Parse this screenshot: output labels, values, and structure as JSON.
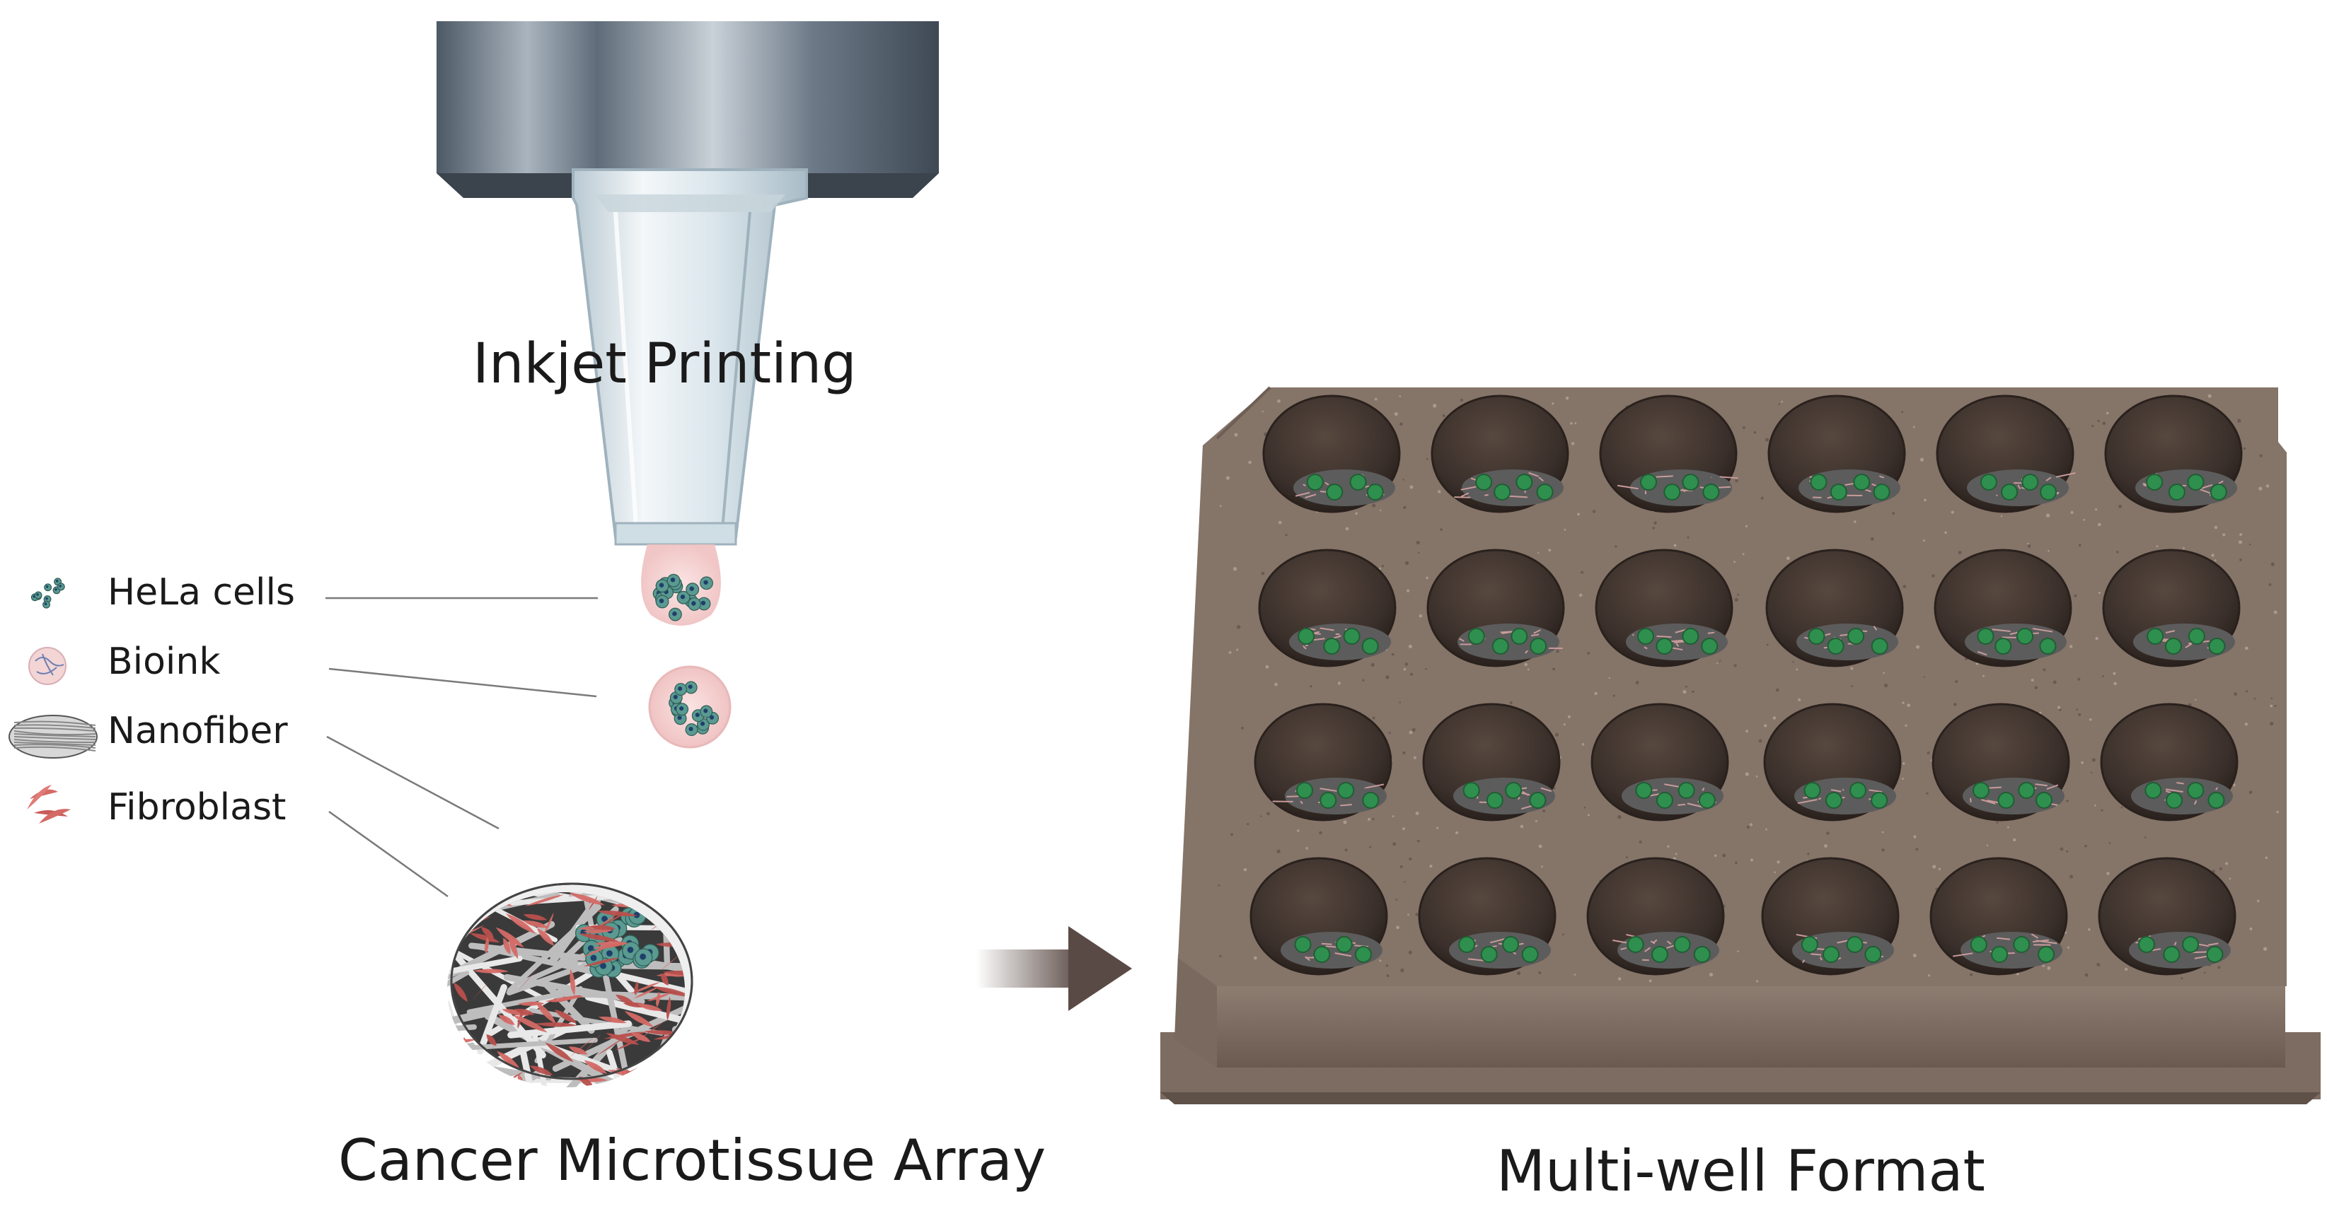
{
  "titles": {
    "inkjet": "Inkjet Printing",
    "array": "Cancer Microtissue Array",
    "multiwell": "Multi-well Format"
  },
  "legend": {
    "hela": "HeLa cells",
    "bioink": "Bioink",
    "nanofiber": "Nanofiber",
    "fibroblast": "Fibroblast"
  },
  "plate": {
    "rows": 4,
    "columns": 6
  },
  "colors": {
    "plate": "#857468",
    "plate_dark": "#6e5f55",
    "well_interior": "#3b302b",
    "cell_green": "#2f8f4e",
    "hela_teal": "#5a9a90",
    "fibroblast": "#d46a66",
    "nozzle_metal": "#6f7f8d",
    "tip_glass": "#d8e4ea",
    "bioink_pink": "#f4cfcf"
  }
}
